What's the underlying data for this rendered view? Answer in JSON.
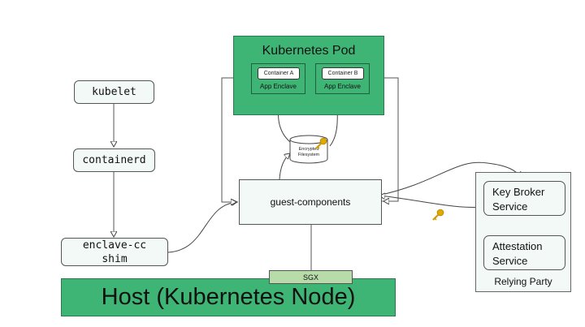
{
  "pod": {
    "title": "Kubernetes Pod",
    "enclaves": [
      {
        "container": "Container A",
        "label": "App Enclave"
      },
      {
        "container": "Container B",
        "label": "App Enclave"
      }
    ]
  },
  "filesystem": {
    "line1": "Encrypted",
    "line2": "Filesystem",
    "icon": "key-icon"
  },
  "stack": {
    "kubelet": "kubelet",
    "containerd": "containerd",
    "shim_line1": "enclave-cc",
    "shim_line2": "shim"
  },
  "guest_components": "guest-components",
  "relying_party": {
    "label": "Relying Party",
    "kbs_line1": "Key Broker",
    "kbs_line2": "Service",
    "as_line1": "Attestation",
    "as_line2": "Service"
  },
  "host": {
    "label": "Host (Kubernetes Node)",
    "sgx": "SGX"
  },
  "colors": {
    "green": "#3fb575",
    "light_green": "#b7dcaa",
    "box_fill": "#f3f9f7",
    "key": "#e0a800"
  }
}
